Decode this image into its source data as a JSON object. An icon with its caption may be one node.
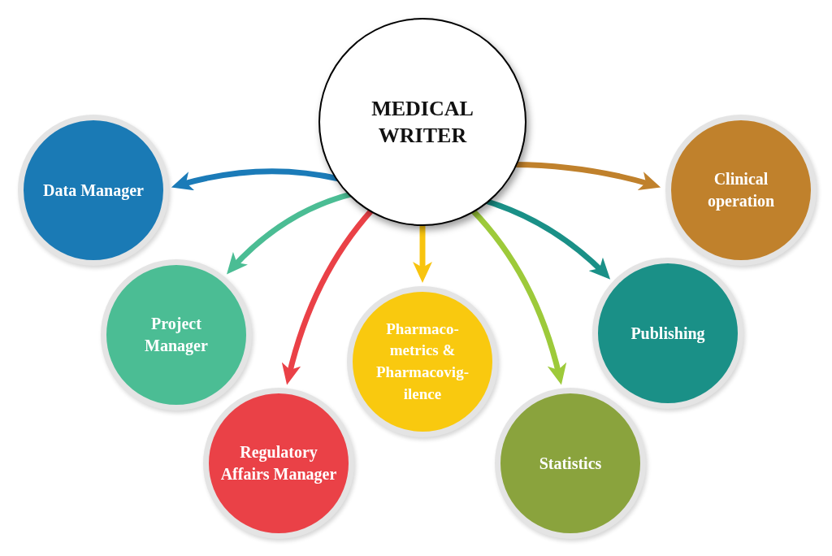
{
  "diagram": {
    "nodes": [
      {
        "text": [
          "MEDICAL WRITER"
        ]
      },
      {
        "text": [
          "Data Manager"
        ]
      },
      {
        "text": [
          "Project Manager"
        ]
      },
      {
        "text": [
          "Regulatory Affairs Manager"
        ]
      },
      {
        "text": [
          "Pharmaco- metrics & Pharmacovig- ilence"
        ]
      },
      {
        "text": [
          "Statistics"
        ]
      },
      {
        "text": [
          "Publishing"
        ]
      },
      {
        "text": [
          "Clinical operation"
        ]
      }
    ],
    "edges": [
      {
        "from": 0,
        "to": 1,
        "arrow": "to",
        "color": "#1b7bb8"
      },
      {
        "from": 0,
        "to": 2,
        "arrow": "to",
        "color": "#4bbd94"
      },
      {
        "from": 0,
        "to": 3,
        "arrow": "to",
        "color": "#ea4147"
      },
      {
        "from": 0,
        "to": 4,
        "arrow": "to",
        "color": "#f8c40f"
      },
      {
        "from": 0,
        "to": 5,
        "arrow": "to",
        "color": "#9dca3a"
      },
      {
        "from": 0,
        "to": 6,
        "arrow": "to",
        "color": "#1a9087"
      },
      {
        "from": 0,
        "to": 7,
        "arrow": "to",
        "color": "#c0812c"
      }
    ]
  }
}
